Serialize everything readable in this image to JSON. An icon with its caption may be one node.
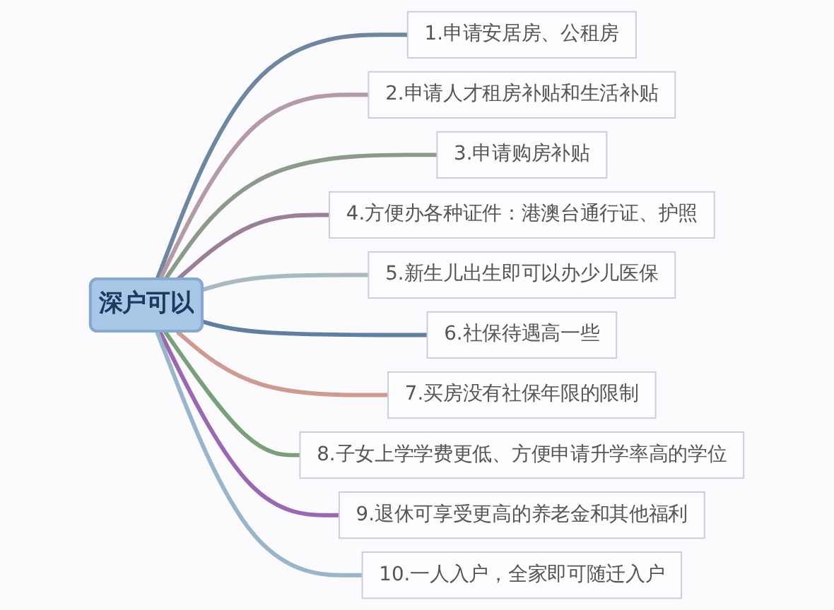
{
  "diagram": {
    "nodes": [
      {
        "text": [
          "深户可以"
        ]
      },
      {
        "text": [
          "1.申请安居房、公租房"
        ]
      },
      {
        "text": [
          "2.申请人才租房补贴和生活补贴"
        ]
      },
      {
        "text": [
          "3.申请购房补贴"
        ]
      },
      {
        "text": [
          "4.方便办各种证件：港澳台通行证、护照"
        ]
      },
      {
        "text": [
          "5.新生儿出生即可以办少儿医保"
        ]
      },
      {
        "text": [
          "6.社保待遇高一些"
        ]
      },
      {
        "text": [
          "7.买房没有社保年限的限制"
        ]
      },
      {
        "text": [
          "8.子女上学学费更低、方便申请升学率高的学位"
        ]
      },
      {
        "text": [
          "9.退休可享受更高的养老金和其他福利"
        ]
      },
      {
        "text": [
          "10.一人入户，全家即可随迁入户"
        ]
      }
    ],
    "edges": [
      {
        "from": 0,
        "to": 1,
        "arrow": "none",
        "color": "#6e86a0"
      },
      {
        "from": 0,
        "to": 2,
        "arrow": "none",
        "color": "#b49aa6"
      },
      {
        "from": 0,
        "to": 3,
        "arrow": "none",
        "color": "#8c9a8c"
      },
      {
        "from": 0,
        "to": 4,
        "arrow": "none",
        "color": "#9a7f98"
      },
      {
        "from": 0,
        "to": 5,
        "arrow": "none",
        "color": "#a9b9c2"
      },
      {
        "from": 0,
        "to": 6,
        "arrow": "none",
        "color": "#5f7fa0"
      },
      {
        "from": 0,
        "to": 7,
        "arrow": "none",
        "color": "#cf9a8f"
      },
      {
        "from": 0,
        "to": 8,
        "arrow": "none",
        "color": "#79a079"
      },
      {
        "from": 0,
        "to": 9,
        "arrow": "none",
        "color": "#9a68b0"
      },
      {
        "from": 0,
        "to": 10,
        "arrow": "none",
        "color": "#9ab5c9"
      }
    ]
  }
}
